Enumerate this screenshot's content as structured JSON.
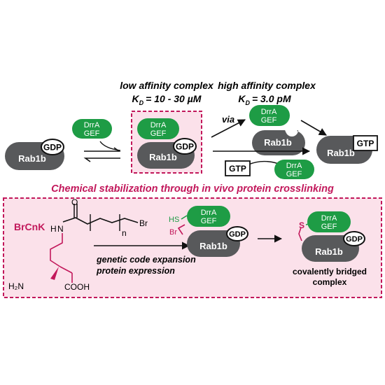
{
  "header": {
    "low_affinity_title": "low affinity complex",
    "low_affinity_kd_symbol": "K",
    "low_affinity_kd_sub": "D",
    "low_affinity_kd_value": "= 10 - 30 µM",
    "high_affinity_title": "high affinity complex",
    "high_affinity_kd_symbol": "K",
    "high_affinity_kd_sub": "D",
    "high_affinity_kd_value": "= 3.0 pM"
  },
  "labels": {
    "rab": "Rab1b",
    "gdp": "GDP",
    "gtp": "GTP",
    "gef_line1": "DrrA",
    "gef_line2": "GEF",
    "via": "via"
  },
  "section": {
    "title": "Chemical stabilization through in vivo protein crosslinking",
    "amino_acid_name": "BrCnK",
    "atom_o": "O",
    "atom_n": "N",
    "atom_h": "H",
    "repeat_n": "n",
    "atom_br": "Br",
    "amine": "H₂N",
    "acid": "COOH",
    "step_line1": "genetic code expansion",
    "step_line2": "protein expression",
    "thiol": "HS",
    "bromine": "Br",
    "sulfur": "S",
    "result_line1": "covalently bridged",
    "result_line2": "complex"
  },
  "colors": {
    "accent": "#c2185b",
    "gef_green": "#1e9c45",
    "rab_gray": "#58595b",
    "panel_pink": "#fbe1ea"
  }
}
